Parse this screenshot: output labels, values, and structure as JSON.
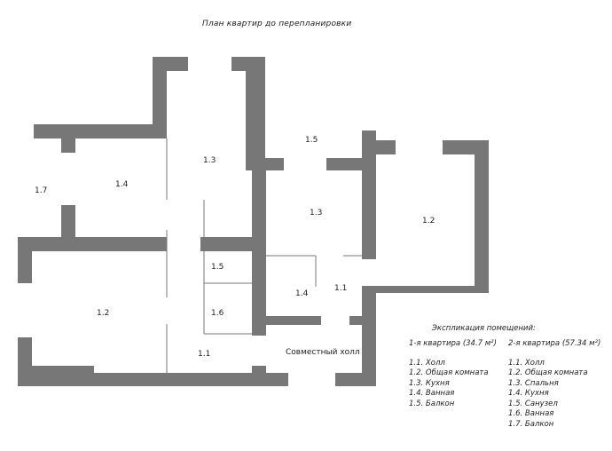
{
  "title": "План квартир до перепланировки",
  "rooms": {
    "a_1_7": "1.7",
    "a_1_4": "1.4",
    "a_1_3": "1.3",
    "a_1_2": "1.2",
    "a_1_5": "1.5",
    "a_1_6": "1.6",
    "a_1_1": "1.1",
    "b_1_5": "1.5",
    "b_1_3": "1.3",
    "b_1_2": "1.2",
    "b_1_4": "1.4",
    "b_1_1": "1.1",
    "hall": "Совместный холл"
  },
  "legend": {
    "title": "Экспликация помещений:",
    "apt1": {
      "header": "1-я квартира (34.7 м²)",
      "items": [
        "1.1. Холл",
        "1.2. Общая комната",
        "1.3. Кухня",
        "1.4. Ванная",
        "1.5. Балкон"
      ]
    },
    "apt2": {
      "header": "2-я квартира (57.34 м²)",
      "items": [
        "1.1. Холл",
        "1.2. Общая комната",
        "1.3. Спальня",
        "1.4. Кухня",
        "1.5. Санузел",
        "1.6. Ванная",
        "1.7. Балкон"
      ]
    }
  },
  "colors": {
    "wall": "#777777",
    "text": "#222222",
    "background": "#ffffff"
  }
}
